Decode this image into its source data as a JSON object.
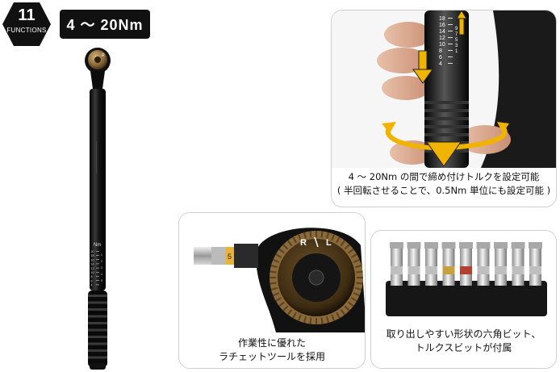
{
  "badge": {
    "number": "11",
    "label": "FUNCTIONS"
  },
  "range_label": "4 ～ 20Nm",
  "wrench": {
    "head_marks": "R",
    "unit_label": "Nm",
    "scale_left": [
      "20",
      "18",
      "16",
      "14",
      "12",
      "10",
      "8",
      "6",
      "4"
    ],
    "scale_right": [
      "1",
      "2",
      "3",
      "4",
      "5"
    ]
  },
  "panel_adjust": {
    "scale_numbers": [
      "18",
      "16",
      "14",
      "12",
      "10",
      "8",
      "6",
      "4"
    ],
    "side_numbers": [
      "1",
      "3",
      "5",
      "7",
      "9"
    ],
    "caption_line1": "4 ～ 20Nm の間で締め付けトルクを設定可能",
    "caption_line2": "( 半回転させることで、0.5Nm 単位にも設定可能 )"
  },
  "panel_ratchet": {
    "dial_left": "R",
    "dial_right": "L",
    "bit_number": "5",
    "caption_line1": "作業性に優れた",
    "caption_line2": "ラチェットツールを採用"
  },
  "panel_bits": {
    "caption_line1": "取り出しやすい形状の六角ビット、",
    "caption_line2": "トルクスビットが付属"
  },
  "colors": {
    "badge_bg": "#111111",
    "accent_gold": "#f0b400",
    "bronze": "#8a6a3a",
    "panel_border": "#cfcfcf"
  }
}
